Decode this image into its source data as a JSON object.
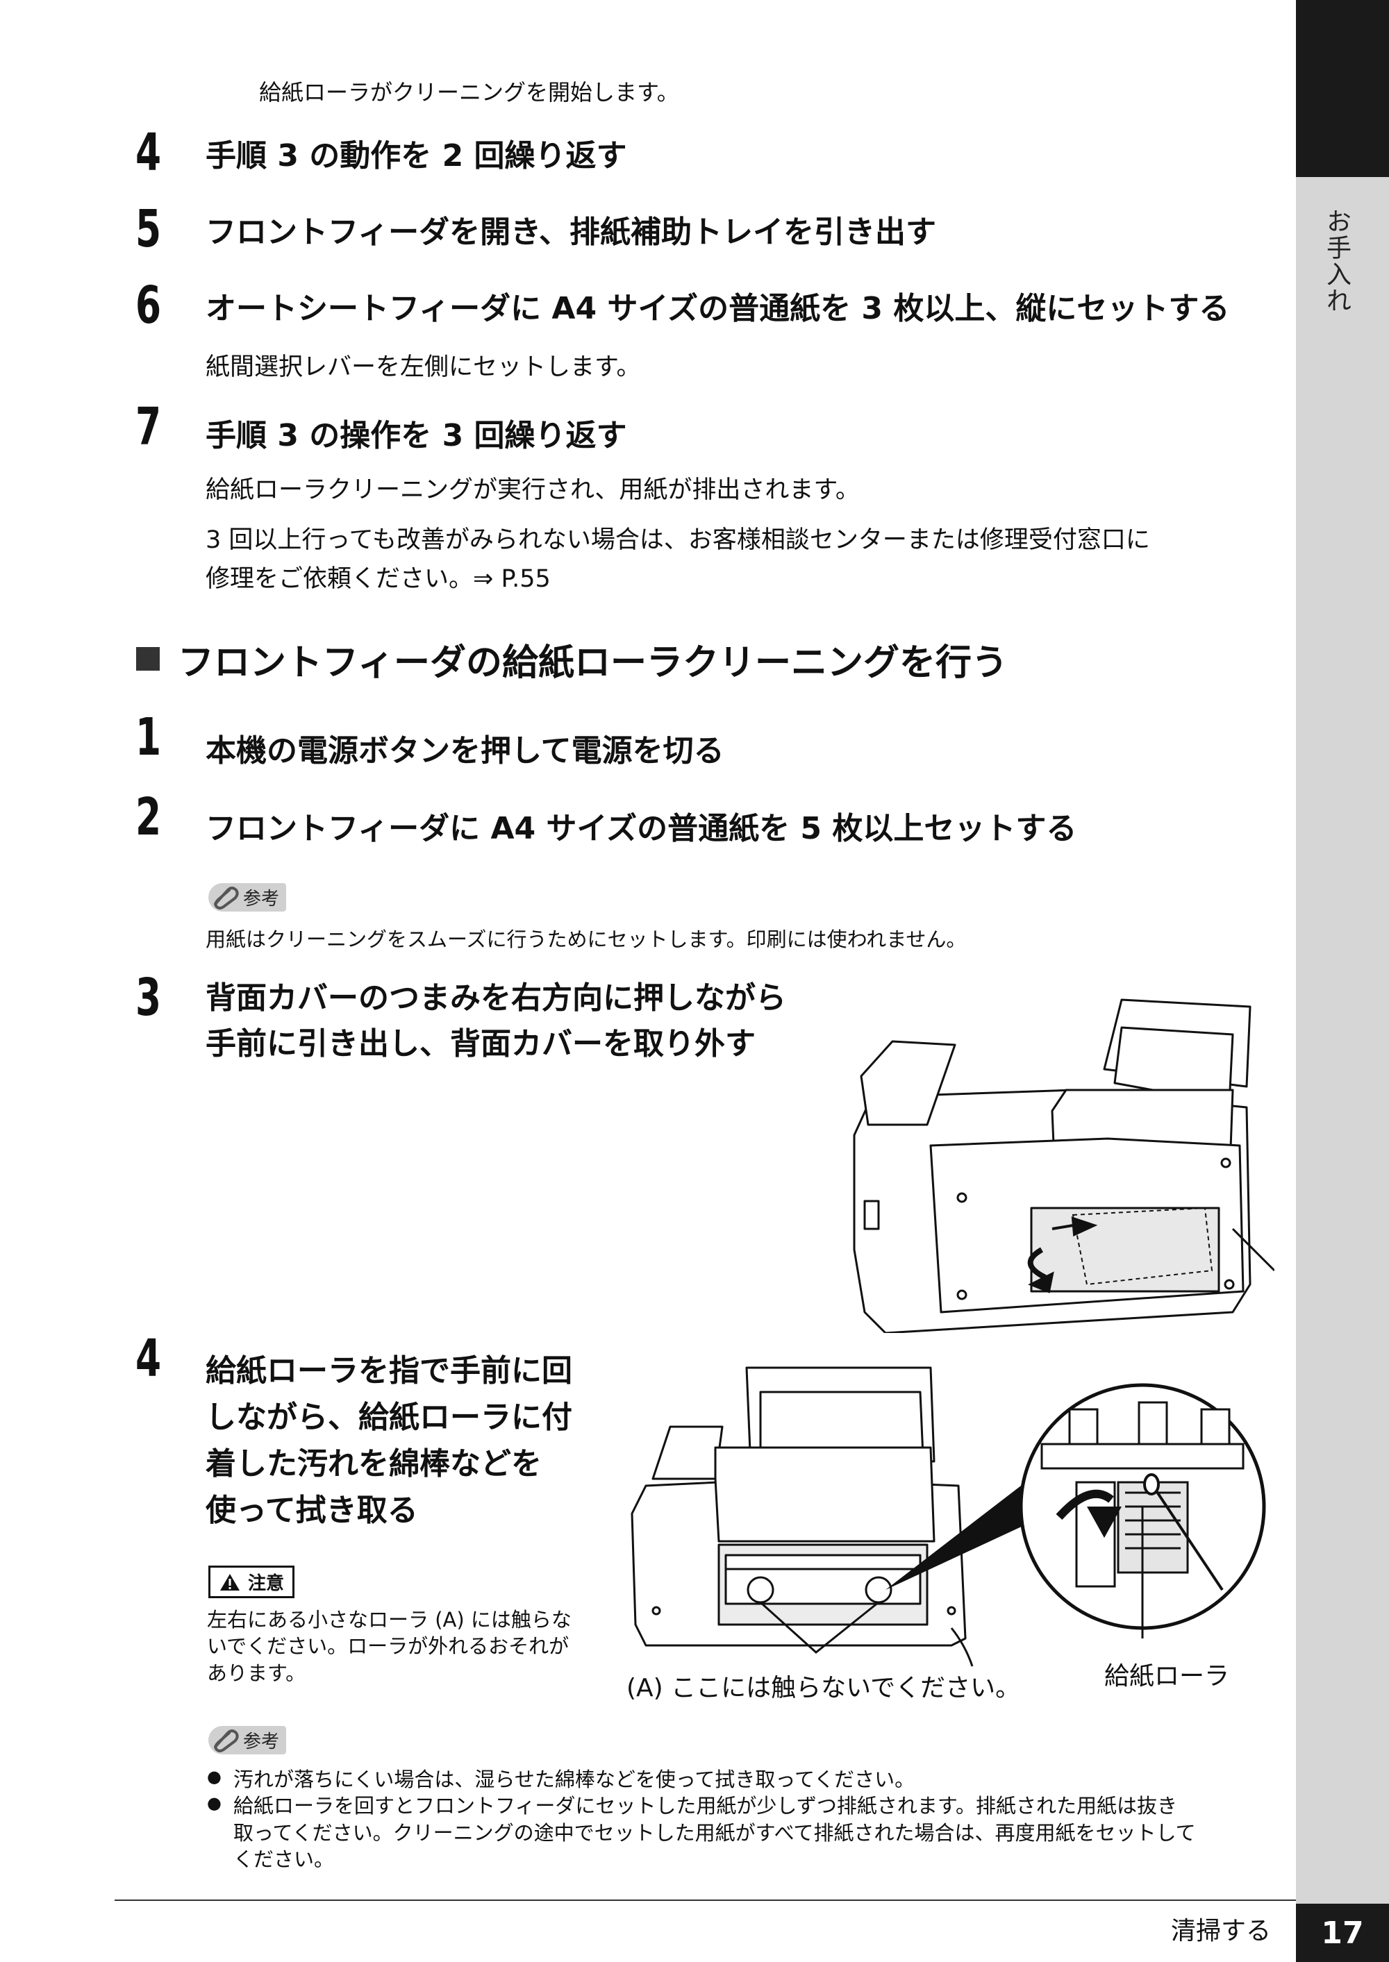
{
  "intro_text": "給紙ローラがクリーニングを開始します。",
  "steps_a": [
    {
      "num": "4",
      "title": "手順 3 の動作を 2 回繰り返す"
    },
    {
      "num": "5",
      "title": "フロントフィーダを開き、排紙補助トレイを引き出す"
    },
    {
      "num": "6",
      "title": "オートシートフィーダに A4 サイズの普通紙を 3 枚以上、縦にセットする",
      "body": "紙間選択レバーを左側にセットします。"
    },
    {
      "num": "7",
      "title": "手順 3 の操作を 3 回繰り返す",
      "body1": "給紙ローラクリーニングが実行され、用紙が排出されます。",
      "body2_line1": "3 回以上行っても改善がみられない場合は、お客様相談センターまたは修理受付窓口に",
      "body2_line2": "修理をご依頼ください。⇒ P.55"
    }
  ],
  "section_title": "フロントフィーダの給紙ローラクリーニングを行う",
  "steps_b": [
    {
      "num": "1",
      "title": "本機の電源ボタンを押して電源を切る"
    },
    {
      "num": "2",
      "title": "フロントフィーダに A4 サイズの普通紙を 5 枚以上セットする"
    },
    {
      "num": "3",
      "title_line1": "背面カバーのつまみを右方向に押しながら",
      "title_line2": "手前に引き出し、背面カバーを取り外す"
    },
    {
      "num": "4",
      "title_line1": "給紙ローラを指で手前に回",
      "title_line2": "しながら、給紙ローラに付",
      "title_line3": "着した汚れを綿棒などを",
      "title_line4": "使って拭き取る"
    }
  ],
  "ref_label": "参考",
  "ref_note_1": "用紙はクリーニングをスムーズに行うためにセットします。印刷には使われません。",
  "caution_label": "注意",
  "caution_lines": [
    "左右にある小さなローラ (A) には触らな",
    "いでください。ローラが外れるおそれが",
    "あります。"
  ],
  "figure_labels": {
    "a": "(A) ここには触らないでください。",
    "roller": "給紙ローラ"
  },
  "ref_notes_2": [
    "汚れが落ちにくい場合は、湿らせた綿棒などを使って拭き取ってください。",
    "給紙ローラを回すとフロントフィーダにセットした用紙が少しずつ排紙されます。排紙された用紙は抜き",
    "取ってください。クリーニングの途中でセットした用紙がすべて排紙された場合は、再度用紙をセットして",
    "ください。"
  ],
  "sidebar_label": "お手入れ",
  "footer_section": "清掃する",
  "page_number": "17"
}
